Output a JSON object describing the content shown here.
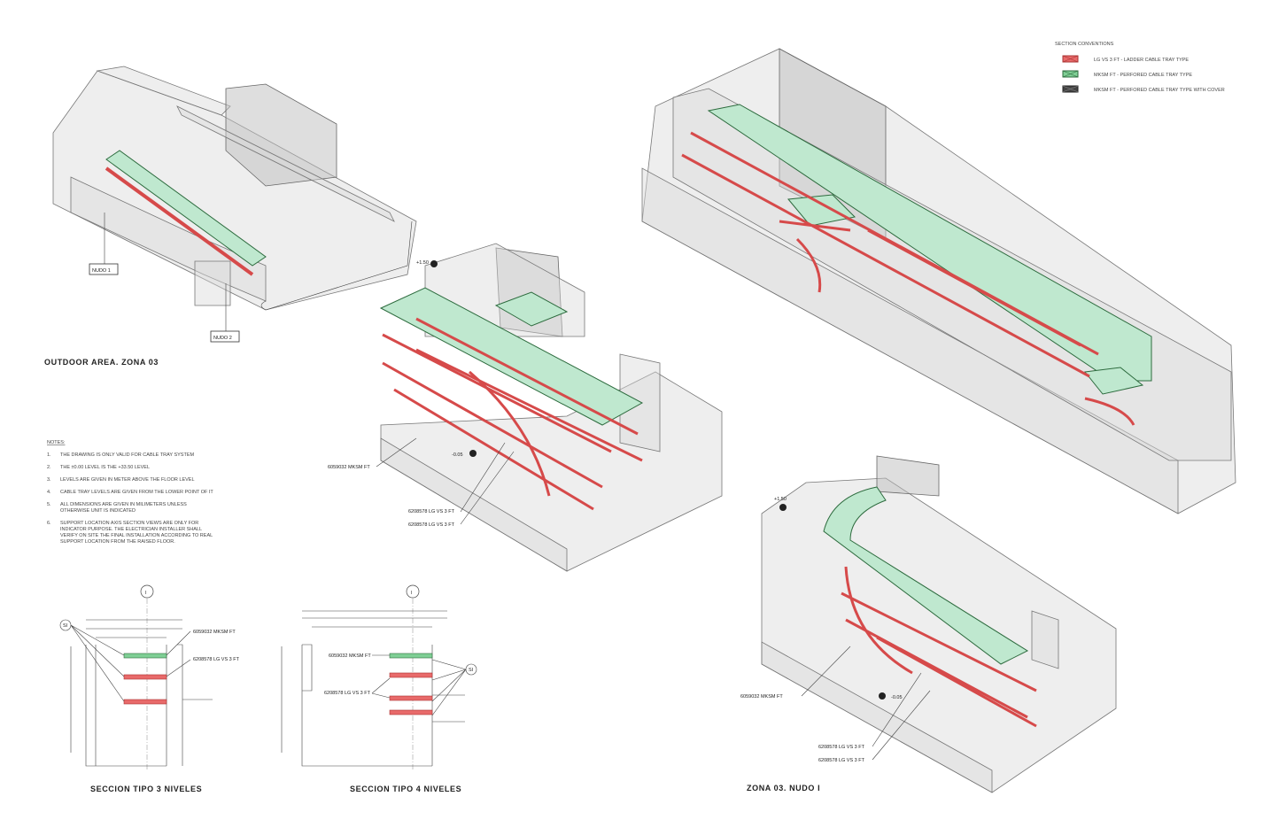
{
  "legend": {
    "title": "SECTION CONVENTIONS",
    "items": [
      {
        "label": "LG VS 3 FT - LADDER CABLE TRAY TYPE",
        "color": "#e86a6a"
      },
      {
        "label": "MKSM FT - PERFORED CABLE TRAY TYPE",
        "color": "#7fcf95"
      },
      {
        "label": "MKSM FT - PERFORED CABLE TRAY TYPE WITH COVER",
        "color": "#444444"
      }
    ]
  },
  "outdoor": {
    "title": "OUTDOOR AREA. ZONA 03",
    "nudo1": "NUDO 1",
    "nudo2": "NUDO 2"
  },
  "notes": {
    "title": "NOTES:",
    "items": [
      {
        "n": "1.",
        "text": "THE DRAWING IS ONLY VALID FOR CABLE TRAY SYSTEM"
      },
      {
        "n": "2.",
        "text": "THE ±0.00 LEVEL IS THE +33.50 LEVEL"
      },
      {
        "n": "3.",
        "text": "LEVELS ARE GIVEN IN METER ABOVE THE FLOOR LEVEL"
      },
      {
        "n": "4.",
        "text": "CABLE TRAY LEVELS ARE GIVEN FROM THE LOWER POINT OF IT"
      },
      {
        "n": "5.",
        "text": "ALL DIMENSIONS ARE GIVEN IN MILIMETERS UNLESS",
        "text2": "OTHERWISE UNIT IS INDICATED"
      },
      {
        "n": "6.",
        "text": "SUPPORT LOCATION AXIS SECTION VIEWS ARE ONLY FOR",
        "text2": "INDICATOR PURPOSE. THE ELECTRICIAN INSTALLER SHALL",
        "text3": "VERIFY ON SITE THE FINAL INSTALLATION ACCORDING TO REAL",
        "text4": "SUPPORT LOCATION FROM THE RAISED FLOOR."
      }
    ]
  },
  "center": {
    "level_top": "+1.50",
    "level_floor": "-0.05",
    "mksm": "6059032 MKSM FT",
    "lg1": "6208578 LG VS 3 FT",
    "lg2": "6208578 LG VS 3 FT"
  },
  "nudo": {
    "title": "ZONA 03. NUDO I",
    "level_top": "+1.50",
    "level_floor": "-0.05",
    "mksm": "6059032 MKSM FT",
    "lg1": "6208578 LG VS 3 FT",
    "lg2": "6208578 LG VS 3 FT"
  },
  "section3": {
    "title": "SECCION TIPO 3 NIVELES",
    "axis": "I",
    "support": "SI",
    "mksm": "6059032 MKSM FT",
    "lg": "6208578 LG VS 3 FT"
  },
  "section4": {
    "title": "SECCION TIPO 4 NIVELES",
    "axis": "I",
    "support": "SI",
    "mksm": "6059032 MKSM FT",
    "lg": "6208578 LG VS 3 FT"
  }
}
